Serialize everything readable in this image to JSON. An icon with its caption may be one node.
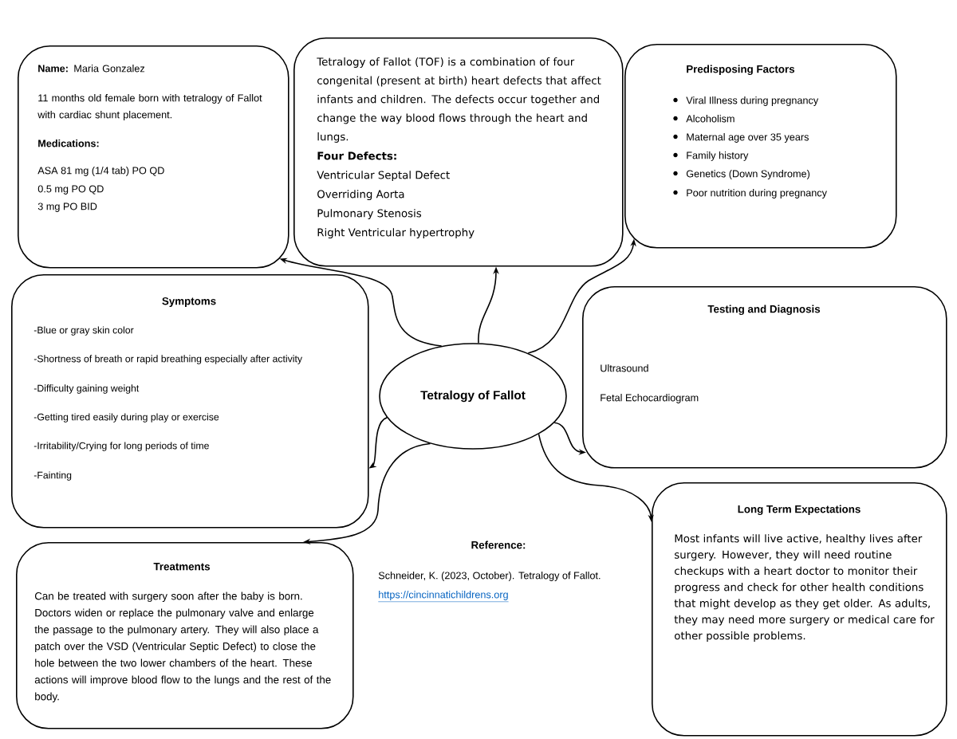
{
  "diagram": {
    "nodes": [
      {
        "text": [
          "**Name:** Maria Gonzalez",
          "11 months old female born with tetralogy of Fallot with cardiac shunt placement.",
          "Medications:",
          "ASA 81 mg (1/4 tab) PO QD",
          "0.5 mg PO QD",
          "3 mg PO BID"
        ]
      },
      {
        "text": [
          "Tetralogy of Fallot (TOF) is a combination of four congenital (present at birth) heart defects that affect infants and children. The defects occur together and change the way blood flows through the heart and lungs.",
          "Four Defects:",
          "Ventricular Septal Defect",
          "Overriding Aorta",
          "Pulmonary Stenosis",
          "Right Ventricular hypertrophy"
        ]
      },
      {
        "text": [
          "Predisposing Factors",
          "Viral Illness during pregnancy",
          "Alcoholism",
          "Maternal age over 35 years",
          "Family history",
          "Genetics (Down Syndrome)",
          "Poor nutrition during pregnancy"
        ]
      },
      {
        "text": [
          "Symptoms",
          "-Blue or gray skin color",
          "-Shortness of breath or rapid breathing especially after activity",
          "-Difficulty gaining weight",
          "-Getting tired easily during play or exercise",
          "-Irritability/Crying for long periods of time",
          "-Fainting"
        ]
      },
      {
        "text": [
          "Tetralogy of Fallot"
        ]
      },
      {
        "text": [
          "Testing and Diagnosis",
          "Ultrasound",
          "Fetal Echocardiogram"
        ]
      },
      {
        "text": [
          "Treatments",
          "Can be treated with surgery soon after the baby is born. Doctors widen or replace the pulmonary valve and enlarge the passage to the pulmonary artery. They will also place a patch over the VSD (Ventricular Septic Defect) to close the hole between the two lower chambers of the heart. These actions will improve blood flow to the lungs and the rest of the body."
        ]
      },
      {
        "text": [
          "Long Term Expectations",
          "Most infants will live active, healthy lives after surgery. However, they will need routine checkups with a heart doctor to monitor their progress and check for other health conditions that might develop as they get older. As adults, they may need more surgery or medical care for other possible problems."
        ]
      }
    ],
    "edges": [
      {
        "from": 4,
        "to": 0,
        "arrow": "to"
      },
      {
        "from": 4,
        "to": 1,
        "arrow": "to"
      },
      {
        "from": 4,
        "to": 2,
        "arrow": "to"
      },
      {
        "from": 4,
        "to": 3,
        "arrow": "to"
      },
      {
        "from": 4,
        "to": 5,
        "arrow": "to"
      },
      {
        "from": 4,
        "to": 6,
        "arrow": "to"
      },
      {
        "from": 4,
        "to": 7,
        "arrow": "to"
      }
    ],
    "labels": [
      "Reference:",
      "Schneider, K. (2023, October). Tetralogy of Fallot.",
      "https://cincinnatichildrens.org"
    ]
  }
}
